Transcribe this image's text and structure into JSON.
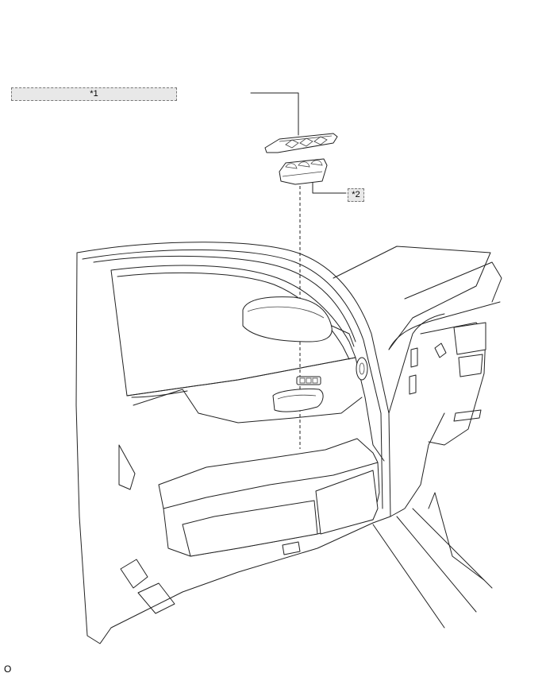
{
  "callouts": {
    "c1": "*1",
    "c2": "*2"
  },
  "footer_code": "O"
}
